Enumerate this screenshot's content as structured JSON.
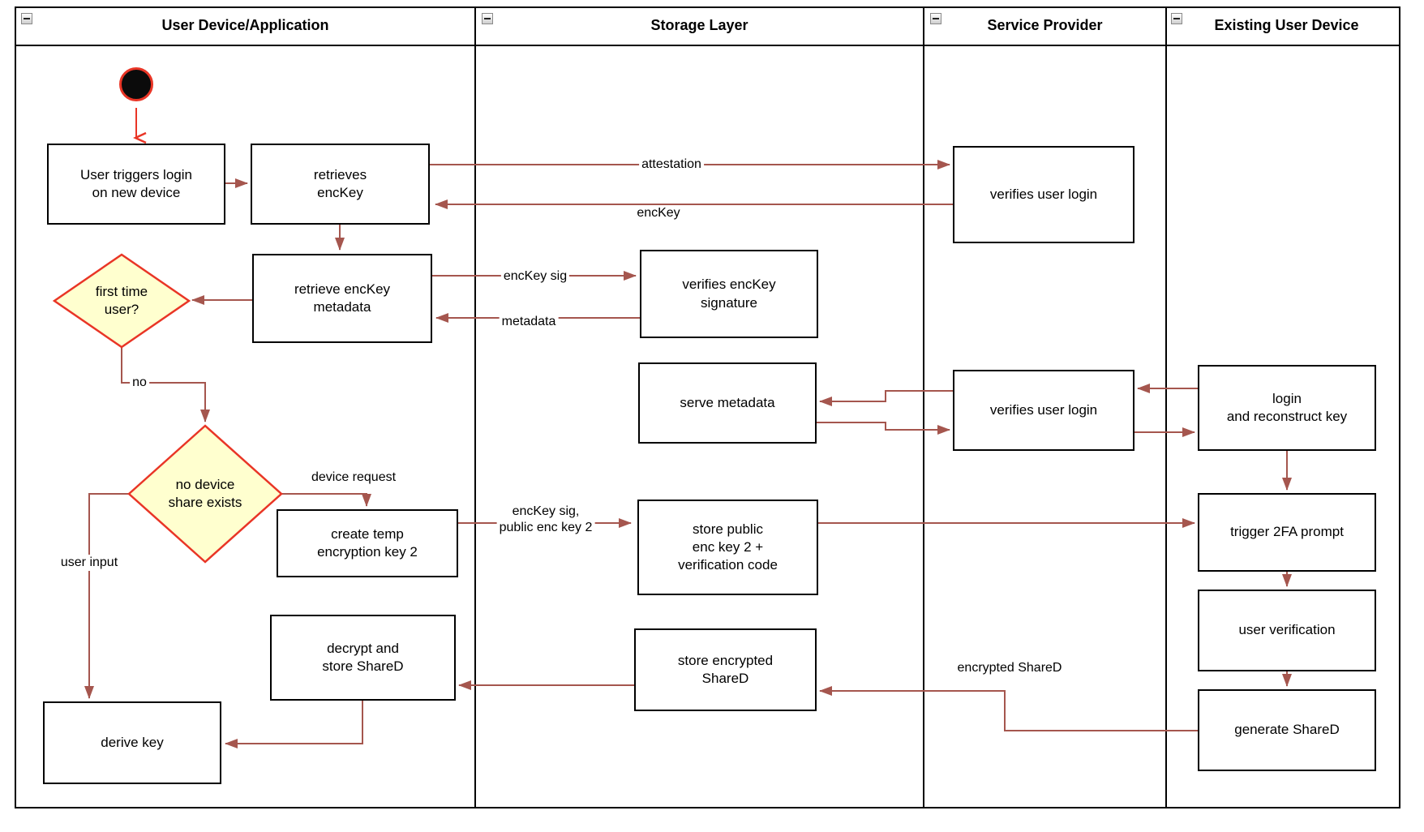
{
  "lanes": [
    {
      "title": "User Device/Application"
    },
    {
      "title": "Storage Layer"
    },
    {
      "title": "Service Provider"
    },
    {
      "title": "Existing User Device"
    }
  ],
  "nodes": {
    "user_triggers": "User triggers login\non new device",
    "retrieves_enckey": "retrieves\nencKey",
    "retrieve_metadata": "retrieve encKey\nmetadata",
    "first_time_user": "first time\nuser?",
    "no_device_share": "no device\nshare exists",
    "create_temp": "create temp\nencryption key 2",
    "decrypt_store": "decrypt and\nstore ShareD",
    "derive_key": "derive key",
    "verifies_sig": "verifies encKey\nsignature",
    "serve_metadata": "serve metadata",
    "store_public": "store public\nenc key 2 +\nverification code",
    "store_encrypted": "store encrypted\nShareD",
    "verifies_login_1": "verifies user login",
    "verifies_login_2": "verifies user login",
    "login_reconstruct": "login\nand reconstruct key",
    "trigger_2fa": "trigger 2FA prompt",
    "user_verification": "user verification",
    "generate_shared": "generate ShareD"
  },
  "edge_labels": {
    "attestation": "attestation",
    "enckey": "encKey",
    "enckey_sig": "encKey sig",
    "metadata": "metadata",
    "no": "no",
    "device_request": "device request",
    "user_input": "user input",
    "enckey_sig_public": "encKey sig,\npublic enc key 2",
    "encrypted_shared": "encrypted ShareD"
  },
  "colors": {
    "edge_arrow": "#a5564e",
    "accent_red": "#e93526",
    "decision_fill": "#ffffcf",
    "shape_border": "#000000",
    "background": "#ffffff"
  }
}
